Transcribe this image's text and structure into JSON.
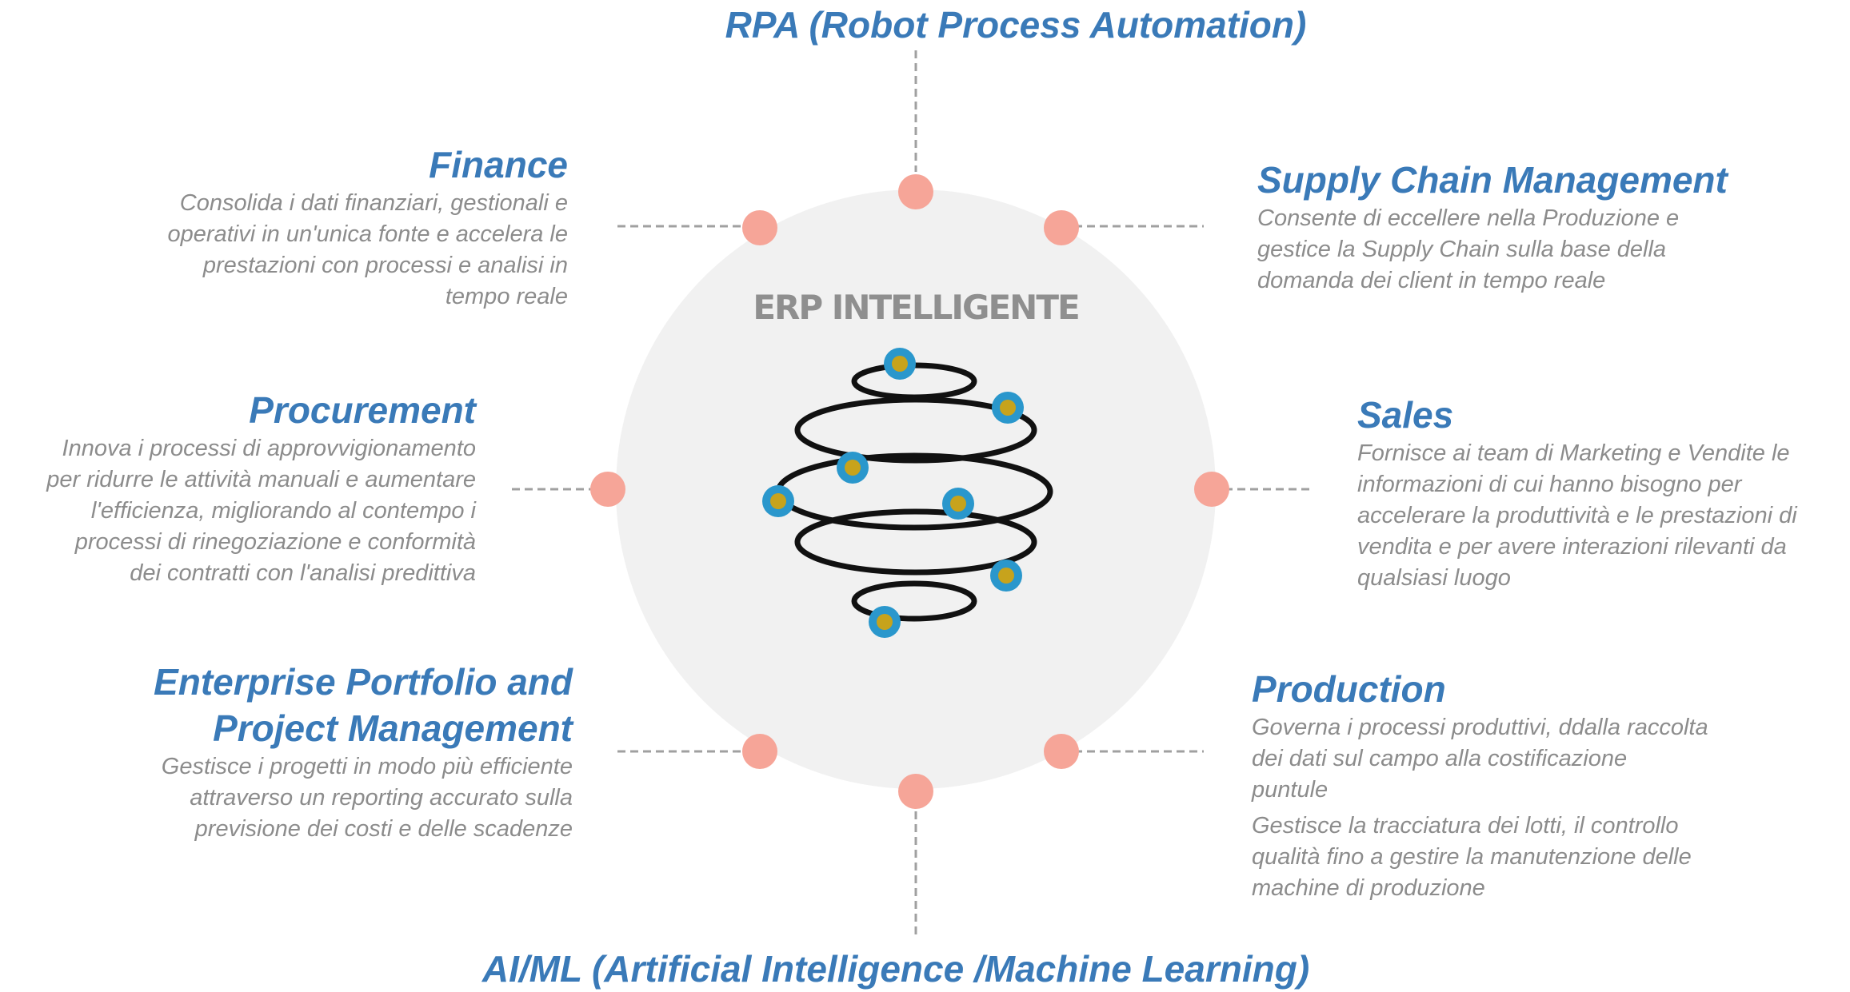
{
  "center": {
    "title": "ERP INTELLIGENTE"
  },
  "top": {
    "title": "RPA (Robot Process Automation)"
  },
  "bottom": {
    "title": "AI/ML (Artificial Intelligence /Machine Learning)"
  },
  "finance": {
    "title": "Finance",
    "desc": [
      "Consolida i dati finanziari, gestionali e",
      "operativi in un'unica fonte e accelera le",
      "prestazioni con processi e analisi in",
      "tempo reale"
    ]
  },
  "procurement": {
    "title": "Procurement",
    "desc": [
      "Innova i processi di approvvigionamento",
      "per ridurre le attività manuali e aumentare",
      "l'efficienza, migliorando al contempo i",
      "processi di rinegoziazione e conformità",
      "dei contratti con l'analisi predittiva"
    ]
  },
  "portfolio": {
    "title_line1": "Enterprise Portfolio and",
    "title_line2": "Project Management",
    "desc": [
      "Gestisce i progetti in modo più efficiente",
      "attraverso un reporting accurato sulla",
      "previsione dei costi e delle scadenze"
    ]
  },
  "scm": {
    "title": "Supply Chain Management",
    "desc": [
      "Consente di eccellere nella Produzione e",
      "gestice la Supply Chain sulla base della",
      "domanda dei client in tempo reale"
    ]
  },
  "sales": {
    "title": "Sales",
    "desc": [
      "Fornisce ai team di Marketing e Vendite le",
      "informazioni di cui hanno bisogno per",
      "accelerare la produttività e le prestazioni di",
      "vendita e per avere interazioni rilevanti da",
      "qualsiasi luogo"
    ]
  },
  "production": {
    "title": "Production",
    "desc1": [
      "Governa i processi produttivi, ddalla raccolta",
      "dei dati sul campo  alla costificazione",
      "puntule"
    ],
    "desc2": [
      "Gestisce la tracciatura dei lotti, il controllo",
      "qualità fino a gestire la manutenzione delle",
      "machine di produzione"
    ]
  },
  "colors": {
    "accent": "#3a7ab8",
    "muted_text": "#8c8c8c",
    "circle_fill": "#f1f1f1",
    "node": "#f6a598",
    "connector": "#a0a0a0",
    "bead_outer": "#2a97cc",
    "bead_inner": "#c7a31c"
  },
  "icons": {
    "center_graphic": "spiral-globe-icon"
  }
}
